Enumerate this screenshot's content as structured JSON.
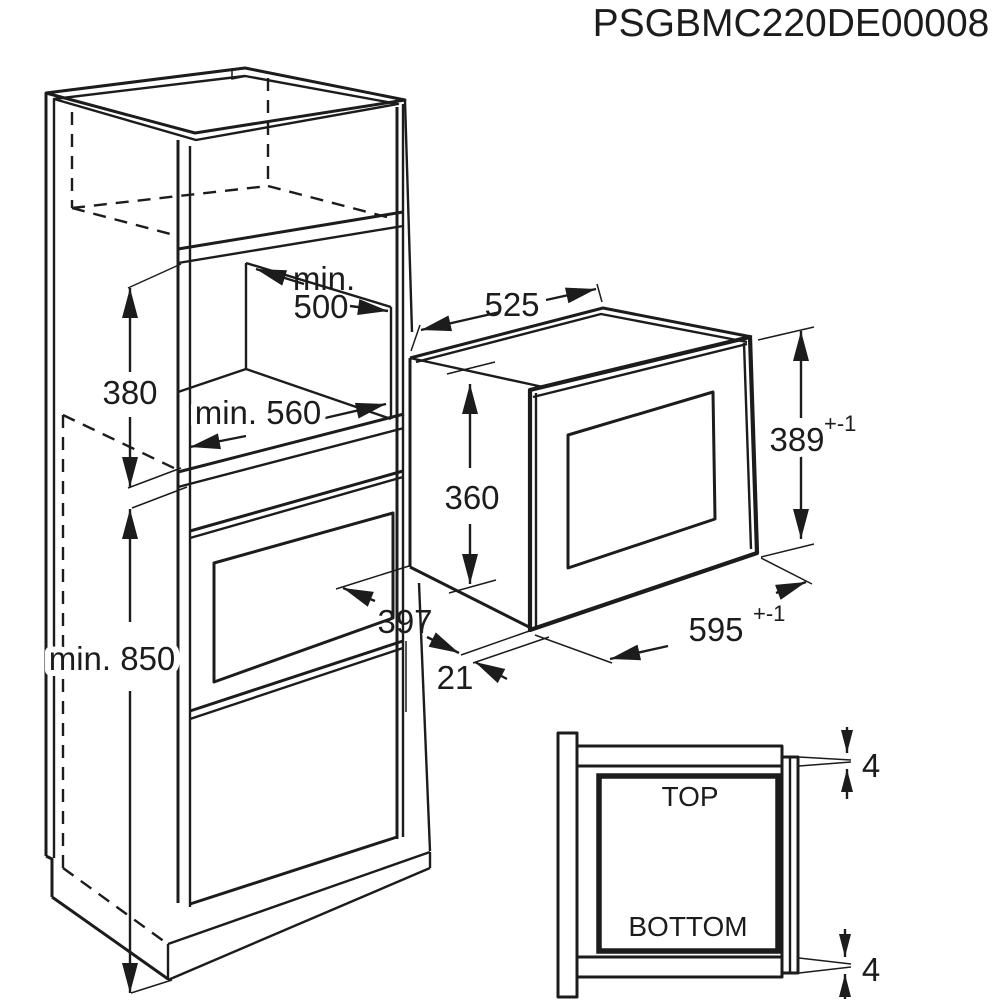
{
  "title": "PSGBMC220DE00008",
  "colors": {
    "line": "#1c1c1c",
    "background": "#ffffff"
  },
  "cabinet": {
    "niche_width_line1": "min.",
    "niche_width_line2": "500",
    "niche_depth": "min. 560",
    "niche_height": "380",
    "total_height": "min. 850"
  },
  "microwave": {
    "top_width": "525",
    "body_height": "360",
    "body_depth": "397",
    "door_overhang": "21",
    "front_height": "389",
    "front_height_tol": "+-1",
    "front_width": "595",
    "front_width_tol": "+-1"
  },
  "detail": {
    "top": "TOP",
    "bottom": "BOTTOM",
    "gap_top": "4",
    "gap_bottom": "4"
  }
}
